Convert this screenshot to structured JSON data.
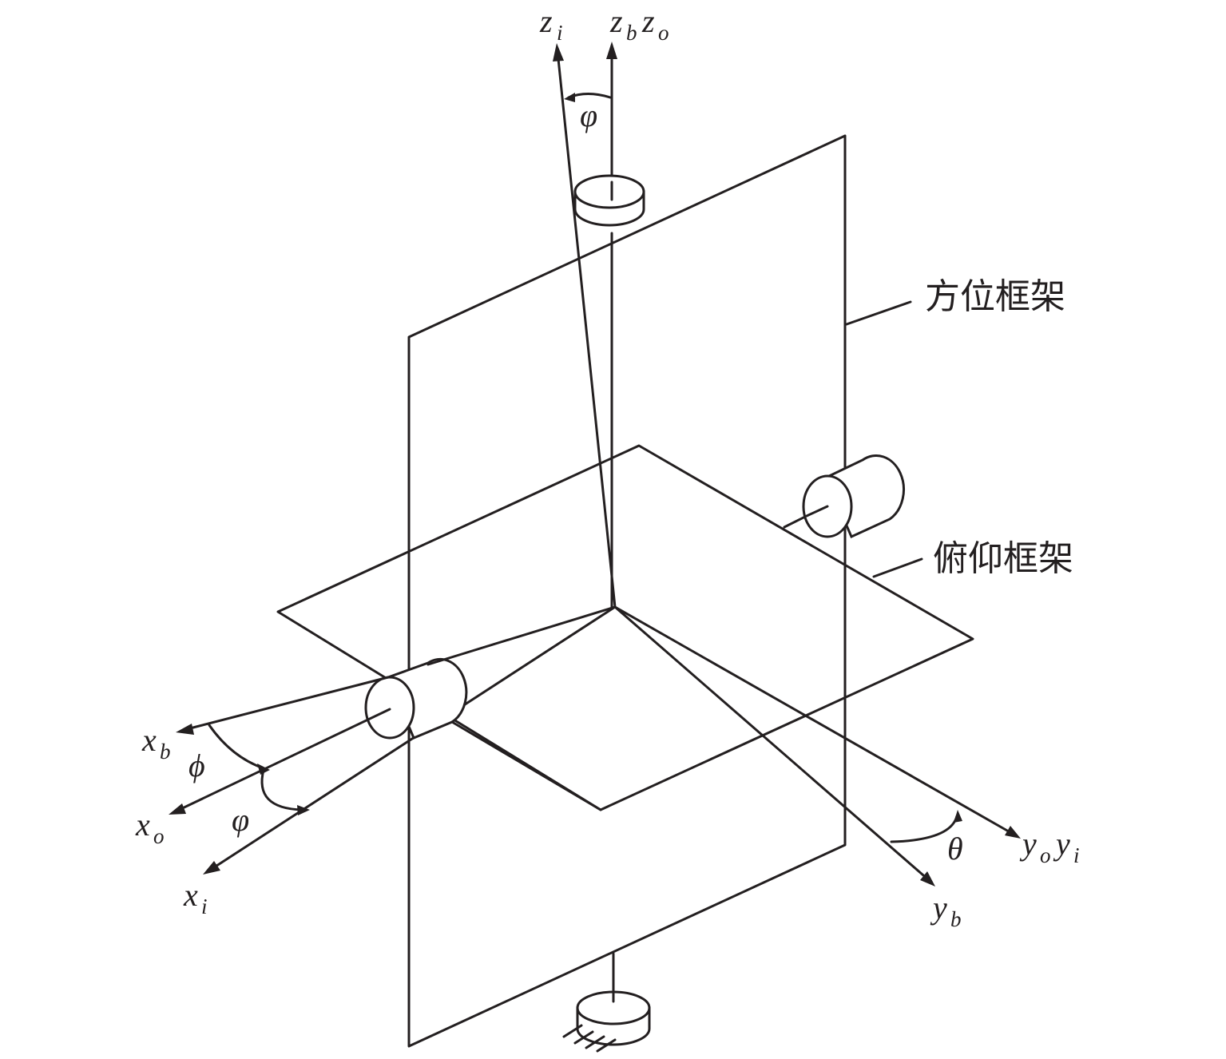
{
  "labels": {
    "zi": {
      "main": "z",
      "sub": "i"
    },
    "zb": {
      "main": "z",
      "sub": "b"
    },
    "zo": {
      "main": "z",
      "sub": "o"
    },
    "xb": {
      "main": "x",
      "sub": "b"
    },
    "xo": {
      "main": "x",
      "sub": "o"
    },
    "xi": {
      "main": "x",
      "sub": "i"
    },
    "yo": {
      "main": "y",
      "sub": "o"
    },
    "yi": {
      "main": "y",
      "sub": "i"
    },
    "yb": {
      "main": "y",
      "sub": "b"
    }
  },
  "angles": {
    "psi_top": "φ",
    "phi": "ϕ",
    "psi_left": "φ",
    "theta": "θ"
  },
  "callouts": {
    "azimuth_frame": "方位框架",
    "pitch_frame": "俯仰框架"
  },
  "colors": {
    "ink": "#231f20",
    "background": "#ffffff"
  }
}
